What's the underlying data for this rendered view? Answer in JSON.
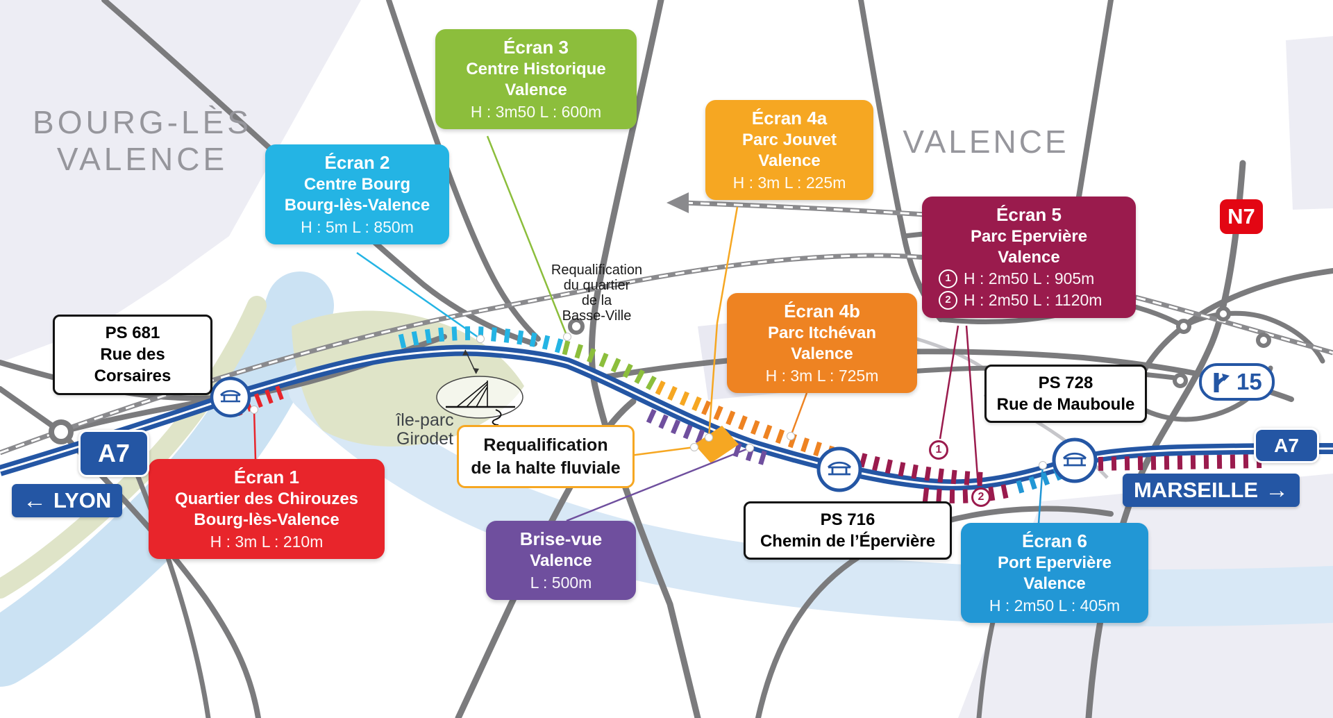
{
  "regions": {
    "left": {
      "line1": "BOURG-LÈS",
      "line2": "VALENCE"
    },
    "right": {
      "name": "VALENCE"
    }
  },
  "areas": {
    "basse_ville": {
      "line1": "Requalification",
      "line2": "du quartier",
      "line3": "de la",
      "line4": "Basse-Ville"
    },
    "ile_parc": {
      "line1": "île-parc",
      "line2": "Girodet"
    }
  },
  "callouts": {
    "ecran1": {
      "title": "Écran 1",
      "line1": "Quartier des Chirouzes",
      "line2": "Bourg-lès-Valence",
      "dims": "H : 3m  L : 210m"
    },
    "ecran2": {
      "title": "Écran 2",
      "line1": "Centre Bourg",
      "line2": "Bourg-lès-Valence",
      "dims": "H : 5m  L : 850m"
    },
    "ecran3": {
      "title": "Écran 3",
      "line1": "Centre Historique",
      "line2": "Valence",
      "dims": "H : 3m50  L : 600m"
    },
    "ecran4a": {
      "title": "Écran 4a",
      "line1": "Parc Jouvet",
      "line2": "Valence",
      "dims": "H : 3m  L : 225m"
    },
    "ecran4b": {
      "title": "Écran 4b",
      "line1": "Parc Itchévan",
      "line2": "Valence",
      "dims": "H : 3m  L : 725m"
    },
    "ecran5": {
      "title": "Écran 5",
      "line1": "Parc Epervière",
      "line2": "Valence",
      "item1": {
        "num": "1",
        "text": "H : 2m50   L : 905m"
      },
      "item2": {
        "num": "2",
        "text": "H : 2m50   L : 1120m"
      }
    },
    "ecran6": {
      "title": "Écran 6",
      "line1": "Port Epervière",
      "line2": "Valence",
      "dims": "H : 2m50  L : 405m"
    },
    "brise_vue": {
      "title": "Brise-vue",
      "line1": "Valence",
      "dims": "L : 500m"
    }
  },
  "bridges": {
    "ps681": {
      "line1": "PS 681",
      "line2": "Rue des Corsaires"
    },
    "ps716": {
      "line1": "PS 716",
      "line2": "Chemin de l’Épervière"
    },
    "ps728": {
      "line1": "PS 728",
      "line2": "Rue de Mauboule"
    }
  },
  "halte": {
    "line1": "Requalification",
    "line2": "de la halte fluviale"
  },
  "signs": {
    "a7_left": "A7",
    "a7_right": "A7",
    "n7": "N7",
    "exit_number": "15",
    "lyon": "LYON",
    "lyon_arrow": "←",
    "marseille": "MARSEILLE",
    "marseille_arrow": "→"
  },
  "map_markers": {
    "num1": "1",
    "num2": "2"
  },
  "colors": {
    "a7_blue": "#2456A4",
    "n7_red": "#E30613",
    "road_gray": "#7B7B7D",
    "ecran1": "#E8252B",
    "ecran2": "#24B4E4",
    "ecran3": "#8CBE3C",
    "ecran4a": "#F6A722",
    "ecran4b": "#EE8322",
    "ecran5": "#9A1B4D",
    "ecran6": "#2297D5",
    "brise_vue": "#6F4F9E",
    "halte_border": "#F6A722",
    "river": "#CBE2F3",
    "park": "#DFE4C8",
    "urban": "#EDEDF4"
  }
}
